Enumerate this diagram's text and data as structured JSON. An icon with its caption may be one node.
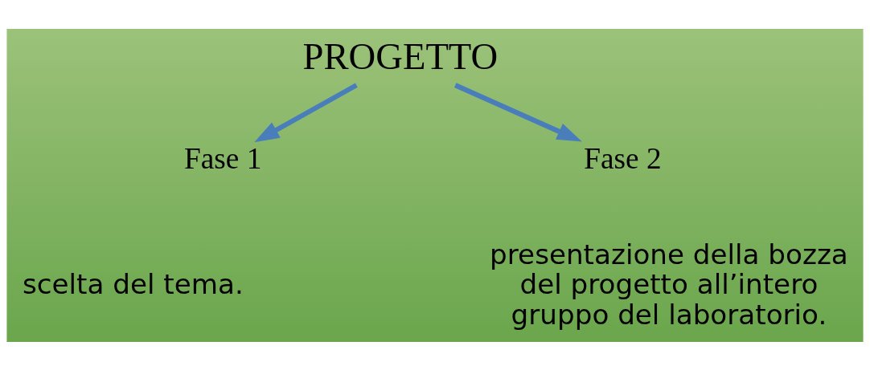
{
  "diagram": {
    "nodes": [
      {
        "text": [
          "PROGETTO"
        ]
      },
      {
        "text": [
          "Fase 1"
        ]
      },
      {
        "text": [
          "Fase 2"
        ]
      }
    ],
    "edges": [
      {
        "from": 0,
        "to": 1,
        "arrow": "to"
      },
      {
        "from": 0,
        "to": 2,
        "arrow": "to"
      }
    ],
    "labels": [
      "scelta del tema.",
      "presentazione della bozza del progetto all’intero gruppo del laboratorio."
    ]
  }
}
